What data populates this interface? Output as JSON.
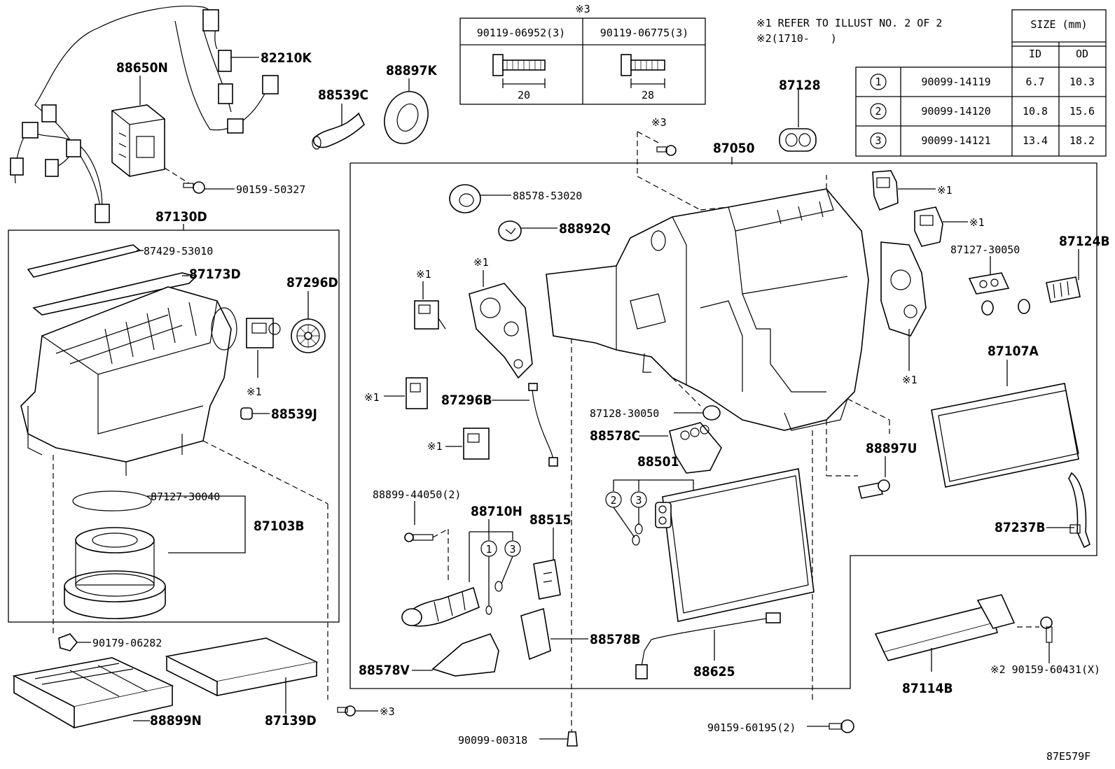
{
  "notes": {
    "note1": "※1 REFER TO ILLUST NO. 2 OF 2",
    "note2": "※2(1710-　　)"
  },
  "size_table": {
    "title": "SIZE (mm)",
    "col_id": "ID",
    "col_od": "OD",
    "rows": [
      {
        "num": "1",
        "part": "90099-14119",
        "id": "6.7",
        "od": "10.3"
      },
      {
        "num": "2",
        "part": "90099-14120",
        "id": "10.8",
        "od": "15.6"
      },
      {
        "num": "3",
        "part": "90099-14121",
        "id": "13.4",
        "od": "18.2"
      }
    ]
  },
  "bolt_table": {
    "header": "※3",
    "col1": "90119-06952(3)",
    "col2": "90119-06775(3)",
    "len1": "20",
    "len2": "28"
  },
  "labels": {
    "p82210K": "82210K",
    "p88650N": "88650N",
    "p90159_50327": "90159-50327",
    "p88539C": "88539C",
    "p88897K": "88897K",
    "p87128": "87128",
    "p87050": "87050",
    "p87130D": "87130D",
    "p87429": "87429-53010",
    "p87173D": "87173D",
    "p87296D": "87296D",
    "p88539J": "88539J",
    "p87127_30040": "87127-30040",
    "p87103B": "87103B",
    "p90179": "90179-06282",
    "p88899N": "88899N",
    "p87139D": "87139D",
    "p88578_53020": "88578-53020",
    "p88892Q": "88892Q",
    "p87296B": "87296B",
    "p87128_30050": "87128-30050",
    "p88578C": "88578C",
    "p88501": "88501",
    "p88899_44050": "88899-44050(2)",
    "p88710H": "88710H",
    "p88515": "88515",
    "p88578B": "88578B",
    "p88578V": "88578V",
    "p88625": "88625",
    "p90099_00318": "90099-00318",
    "p90159_60195": "90159-60195(2)",
    "p87127_30050": "87127-30050",
    "p87124B": "87124B",
    "p87107A": "87107A",
    "p88897U": "88897U",
    "p87237B": "87237B",
    "p87114B": "87114B",
    "p90159_60431": "※2 90159-60431(X)",
    "ref": "87E579F"
  },
  "markers": {
    "x1": "※1",
    "x3": "※3",
    "n1": "1",
    "n2": "2",
    "n3": "3"
  }
}
